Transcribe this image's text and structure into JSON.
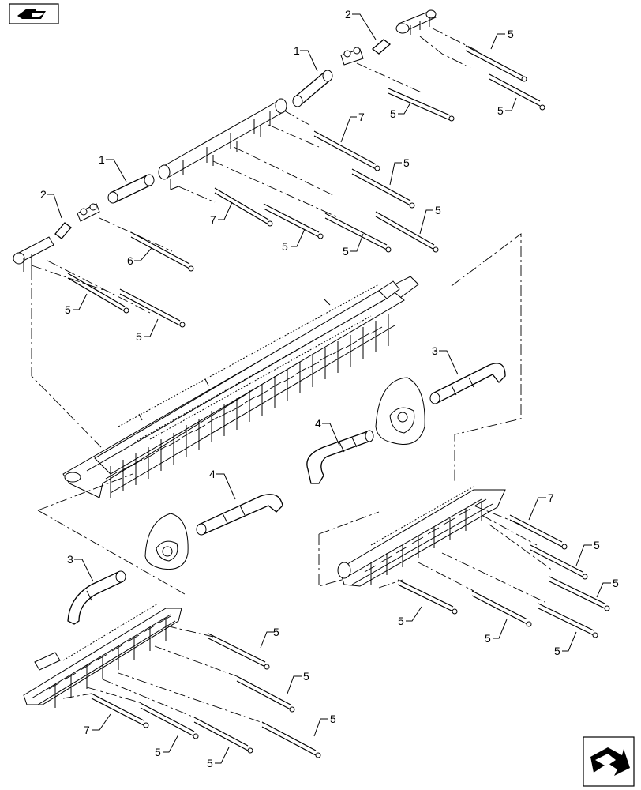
{
  "icons": {
    "top_left": "exploded-view-icon",
    "bottom_right": "navigate-next-icon"
  },
  "callouts": [
    "1",
    "2",
    "5",
    "5",
    "5",
    "7",
    "5",
    "1",
    "2",
    "5",
    "5",
    "7",
    "5",
    "5",
    "6",
    "5",
    "5",
    "3",
    "4",
    "4",
    "7",
    "5",
    "3",
    "5",
    "5",
    "5",
    "5",
    "5",
    "5",
    "7",
    "5",
    "5"
  ]
}
